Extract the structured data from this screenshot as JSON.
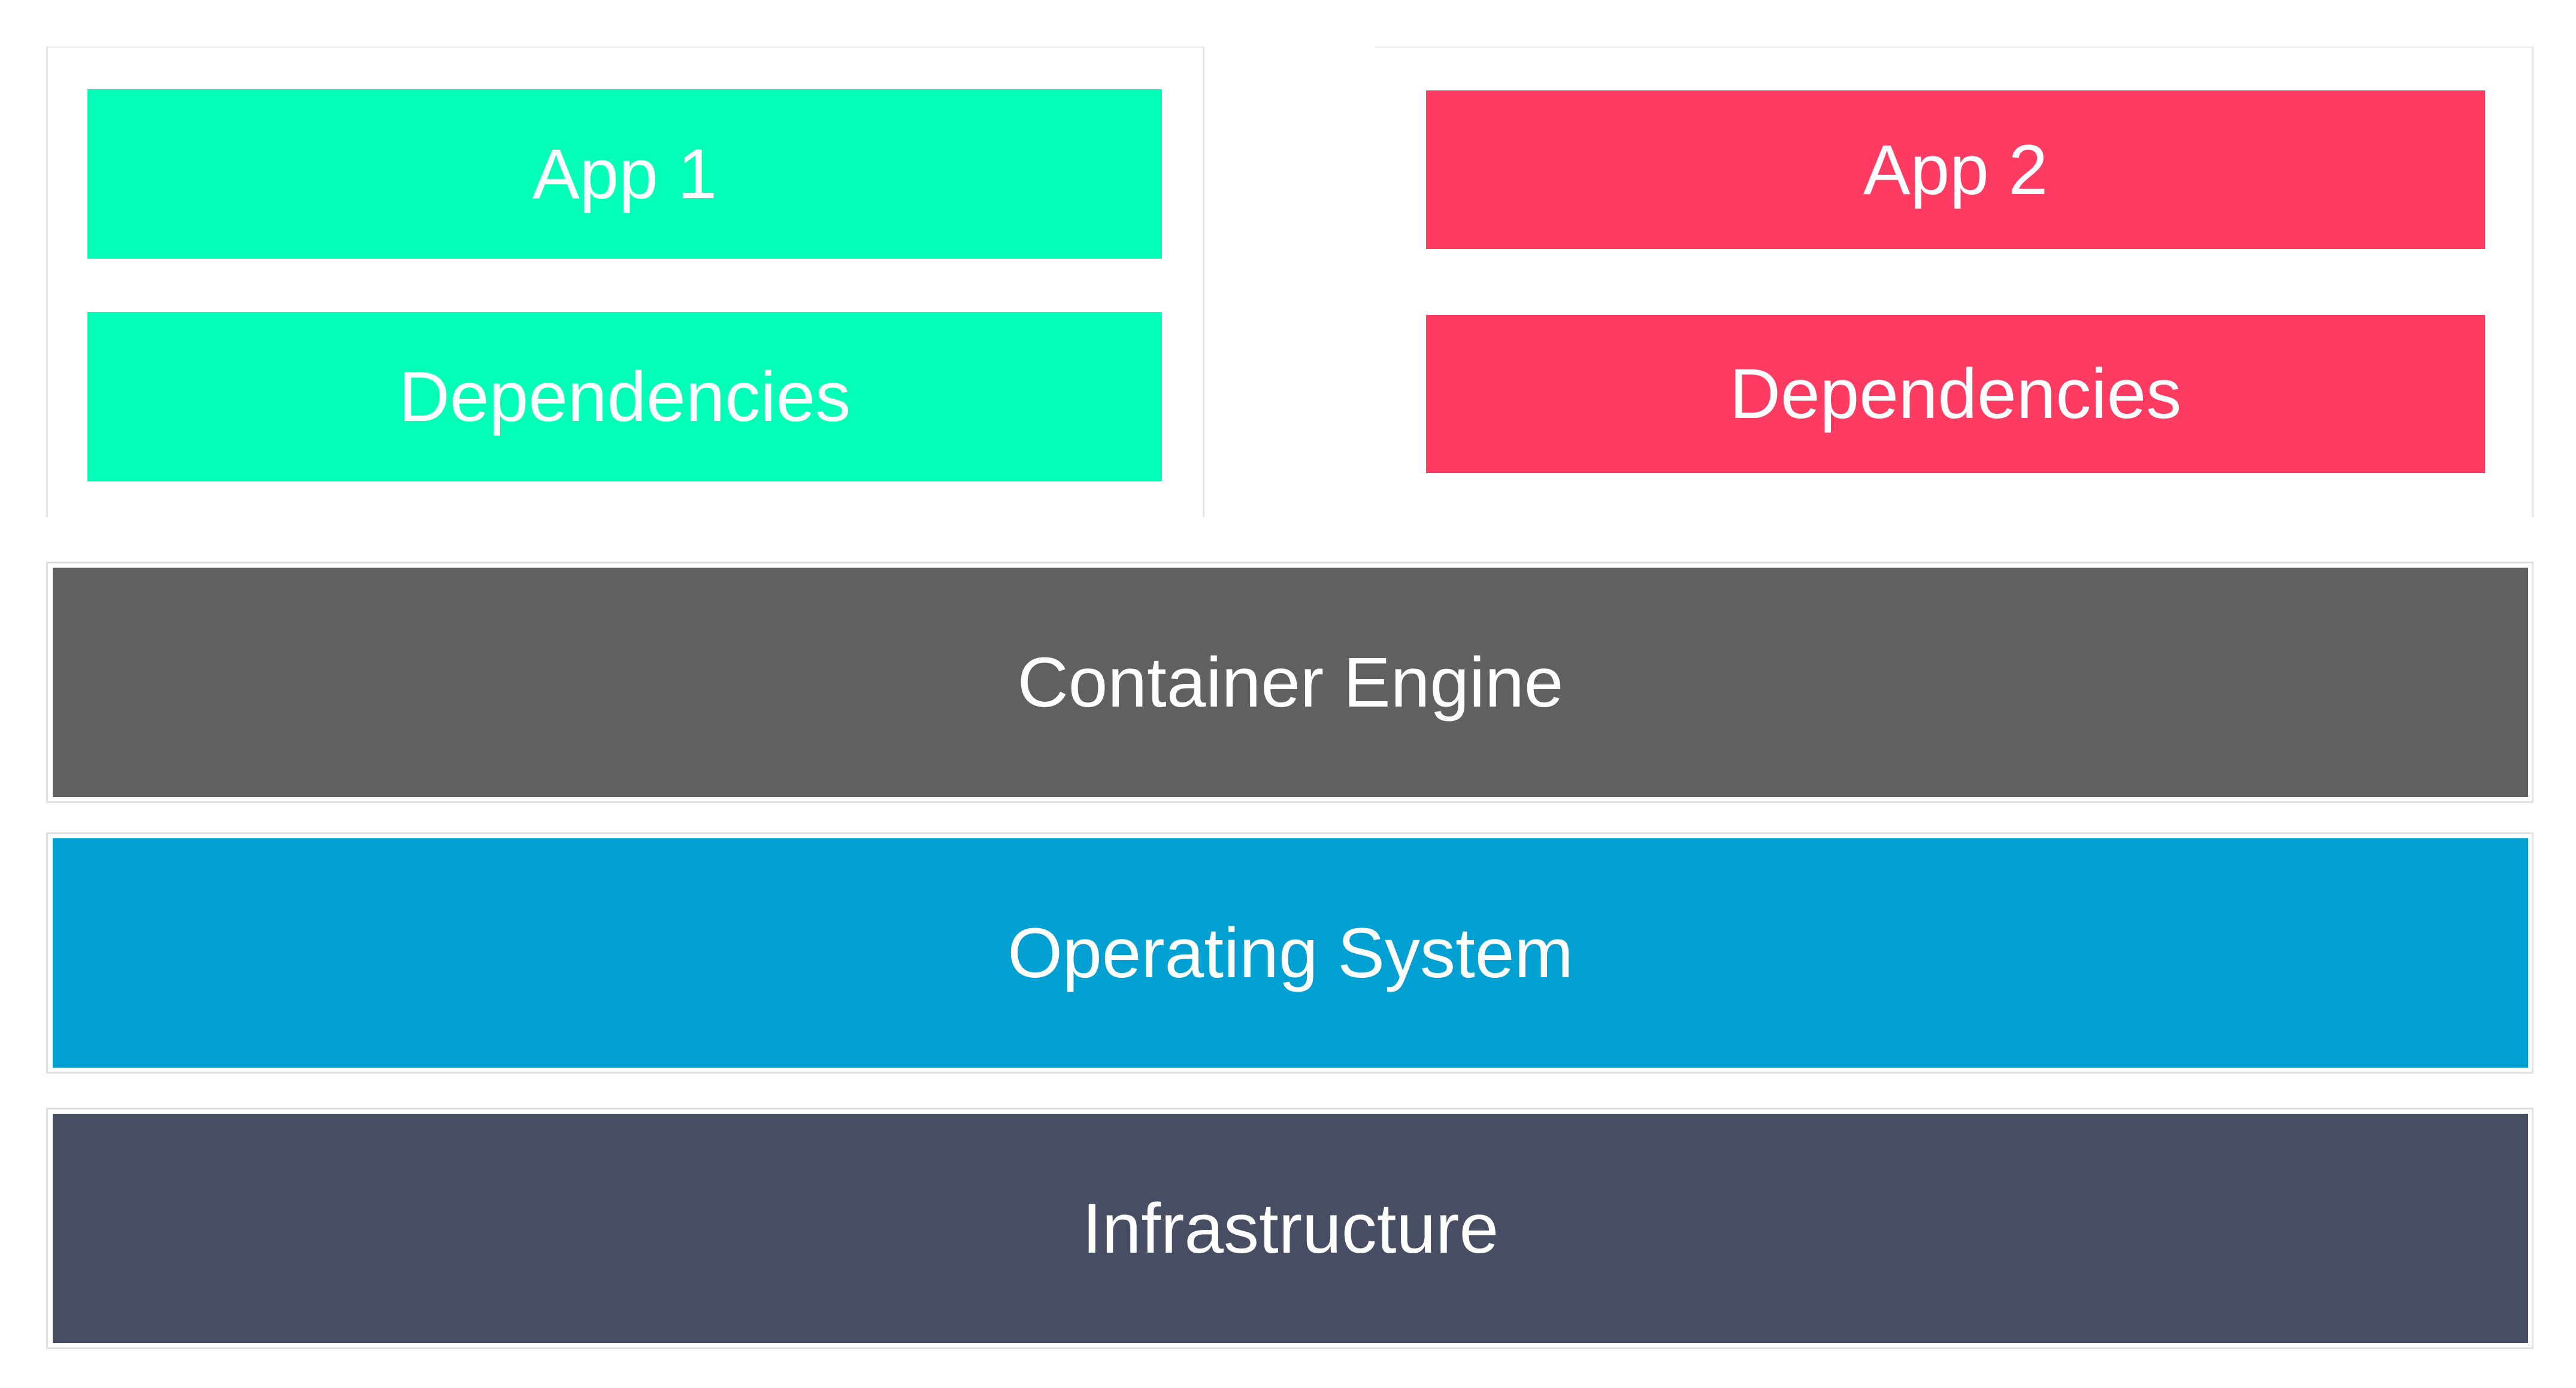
{
  "apps": [
    {
      "app_label": "App 1",
      "dependencies_label": "Dependencies",
      "color": "#04ffb8"
    },
    {
      "app_label": "App 2",
      "dependencies_label": "Dependencies",
      "color": "#ff3b62"
    }
  ],
  "layers": {
    "container_engine": {
      "label": "Container Engine",
      "color": "#606060"
    },
    "operating_system": {
      "label": "Operating System",
      "color": "#00a0d2"
    },
    "infrastructure": {
      "label": "Infrastructure",
      "color": "#474d63"
    }
  }
}
